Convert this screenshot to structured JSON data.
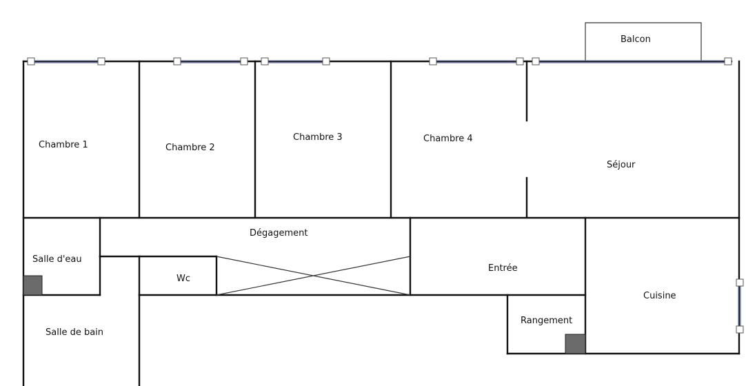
{
  "rooms": {
    "balcon": "Balcon",
    "chambre1": "Chambre 1",
    "chambre2": "Chambre 2",
    "chambre3": "Chambre 3",
    "chambre4": "Chambre 4",
    "sejour": "Séjour",
    "degagement": "Dégagement",
    "salle_eau": "Salle d'eau",
    "wc": "Wc",
    "entree": "Entrée",
    "cuisine": "Cuisine",
    "salle_bain": "Salle de bain",
    "rangement": "Rangement"
  },
  "colors": {
    "wall": "#111111",
    "window": "#6f76a8",
    "shaft": "#6b6b6b"
  }
}
